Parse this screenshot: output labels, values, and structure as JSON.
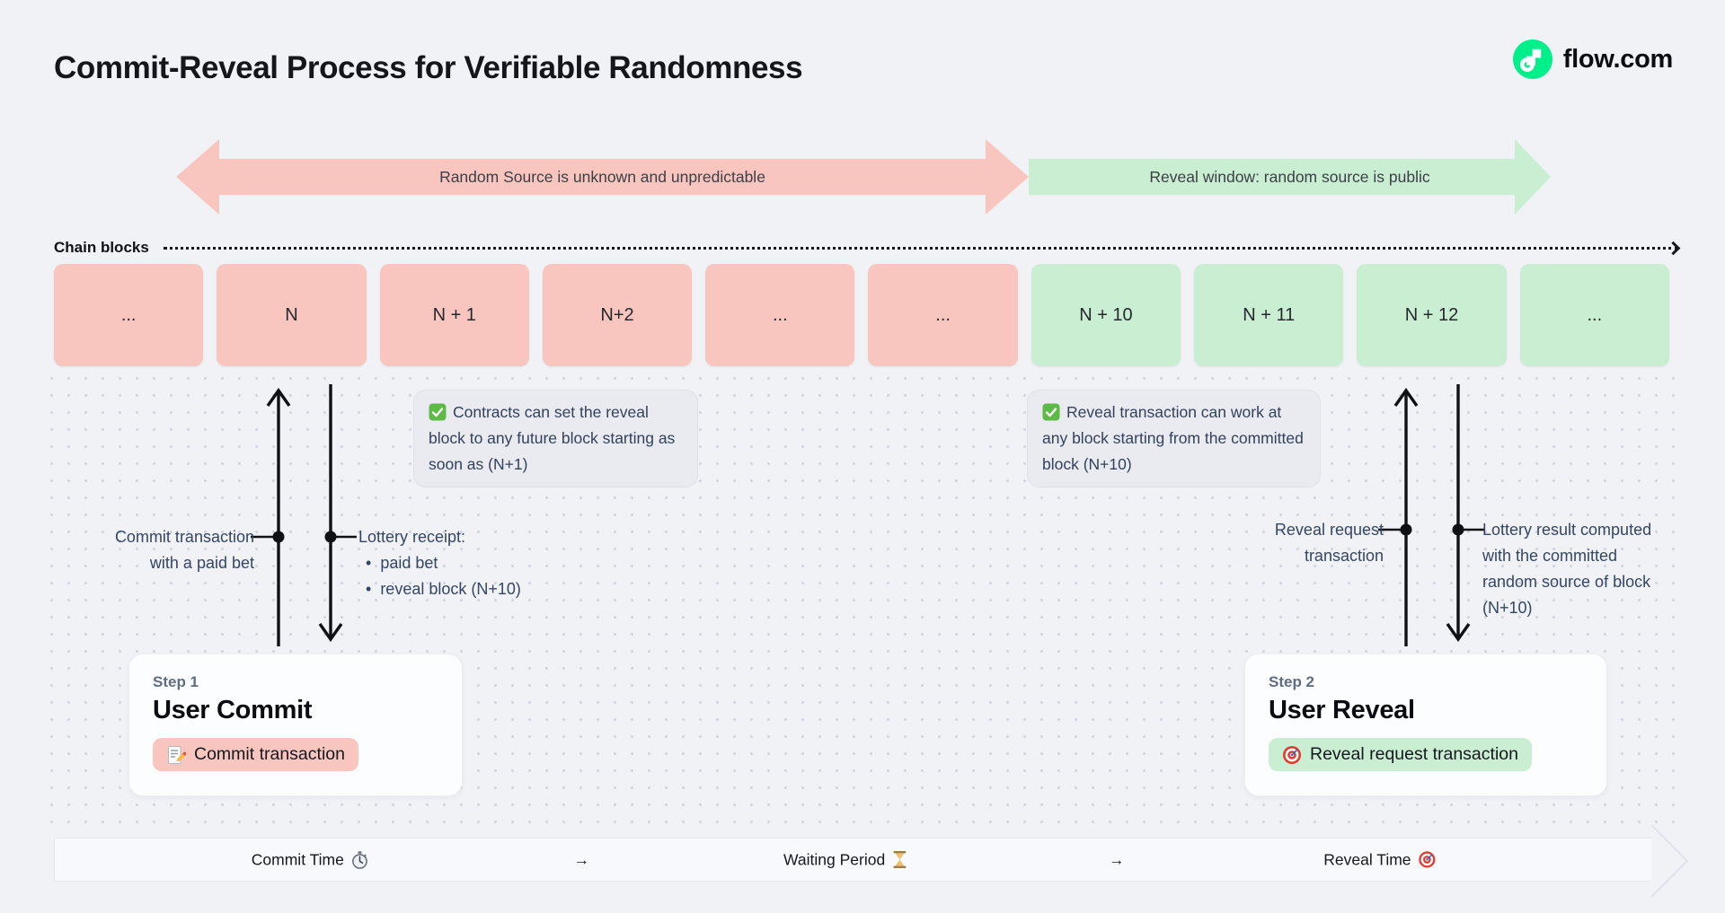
{
  "header": {
    "title": "Commit-Reveal Process for Verifiable Randomness",
    "brand": "flow.com"
  },
  "bands": {
    "commit_phase": "Random Source is unknown and unpredictable",
    "reveal_phase": "Reveal window: random source is public"
  },
  "chain": {
    "label": "Chain blocks",
    "blocks": [
      {
        "label": "...",
        "phase": "commit"
      },
      {
        "label": "N",
        "phase": "commit"
      },
      {
        "label": "N + 1",
        "phase": "commit"
      },
      {
        "label": "N+2",
        "phase": "commit"
      },
      {
        "label": "...",
        "phase": "commit"
      },
      {
        "label": "...",
        "phase": "commit"
      },
      {
        "label": "N + 10",
        "phase": "reveal"
      },
      {
        "label": "N + 11",
        "phase": "reveal"
      },
      {
        "label": "N + 12",
        "phase": "reveal"
      },
      {
        "label": "...",
        "phase": "reveal"
      }
    ]
  },
  "notes": {
    "commit_note": "Contracts can set the reveal block to any future block starting as soon as (N+1)",
    "reveal_note": "Reveal transaction can work at any block starting from the committed block (N+10)"
  },
  "annotations": {
    "commit_tx": {
      "line1": "Commit transaction",
      "line2": "with a paid bet"
    },
    "lottery_receipt": {
      "title": "Lottery receipt:",
      "bullets": [
        "paid bet",
        "reveal block (N+10)"
      ]
    },
    "reveal_request": {
      "line1": "Reveal request",
      "line2": "transaction"
    },
    "lottery_result": "Lottery result computed with the committed random source of block (N+10)"
  },
  "steps": [
    {
      "label": "Step 1",
      "title": "User Commit",
      "badge": "Commit transaction"
    },
    {
      "label": "Step 2",
      "title": "User Reveal",
      "badge": "Reveal request transaction"
    }
  ],
  "timeline": {
    "items": [
      {
        "label": "Commit Time"
      },
      {
        "label": "→"
      },
      {
        "label": "Waiting Period"
      },
      {
        "label": "→"
      },
      {
        "label": "Reveal Time"
      }
    ]
  },
  "colors": {
    "commit_accent": "#f9c6bf",
    "reveal_accent": "#c9eed2",
    "brand_green": "#00ef8b",
    "background": "#f1f2f6"
  }
}
